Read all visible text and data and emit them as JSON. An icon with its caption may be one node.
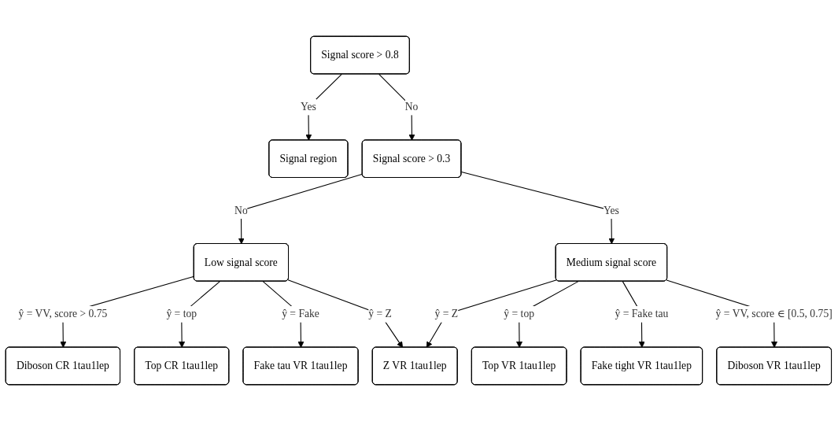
{
  "diagram": {
    "nodes": [
      {
        "text": [
          "Signal score > 0.8"
        ]
      },
      {
        "text": [
          "Signal region"
        ]
      },
      {
        "text": [
          "Signal score > 0.3"
        ]
      },
      {
        "text": [
          "Low signal score"
        ]
      },
      {
        "text": [
          "Medium signal score"
        ]
      },
      {
        "text": [
          "Diboson CR 1tau1lep"
        ]
      },
      {
        "text": [
          "Top CR 1tau1lep"
        ]
      },
      {
        "text": [
          "Fake tau VR 1tau1lep"
        ]
      },
      {
        "text": [
          "Z VR 1tau1lep"
        ]
      },
      {
        "text": [
          "Top VR 1tau1lep"
        ]
      },
      {
        "text": [
          "Fake tight VR 1tau1lep"
        ]
      },
      {
        "text": [
          "Diboson VR 1tau1lep"
        ]
      }
    ],
    "edges": [
      {
        "from": 0,
        "to": 1,
        "arrow": "to",
        "label": "Yes"
      },
      {
        "from": 0,
        "to": 2,
        "arrow": "to",
        "label": "No"
      },
      {
        "from": 2,
        "to": 3,
        "arrow": "to",
        "label": "No"
      },
      {
        "from": 2,
        "to": 4,
        "arrow": "to",
        "label": "Yes"
      },
      {
        "from": 3,
        "to": 5,
        "arrow": "to",
        "label": "ŷ = VV, score > 0.75"
      },
      {
        "from": 3,
        "to": 6,
        "arrow": "to",
        "label": "ŷ = top"
      },
      {
        "from": 3,
        "to": 7,
        "arrow": "to",
        "label": "ŷ = Fake"
      },
      {
        "from": 3,
        "to": 8,
        "arrow": "to",
        "label": "ŷ = Z"
      },
      {
        "from": 4,
        "to": 8,
        "arrow": "to",
        "label": "ŷ = Z"
      },
      {
        "from": 4,
        "to": 9,
        "arrow": "to",
        "label": "ŷ = top"
      },
      {
        "from": 4,
        "to": 10,
        "arrow": "to",
        "label": "ŷ = Fake tau"
      },
      {
        "from": 4,
        "to": 11,
        "arrow": "to",
        "label": "ŷ = VV, score ∈ [0.5, 0.75]"
      }
    ]
  }
}
